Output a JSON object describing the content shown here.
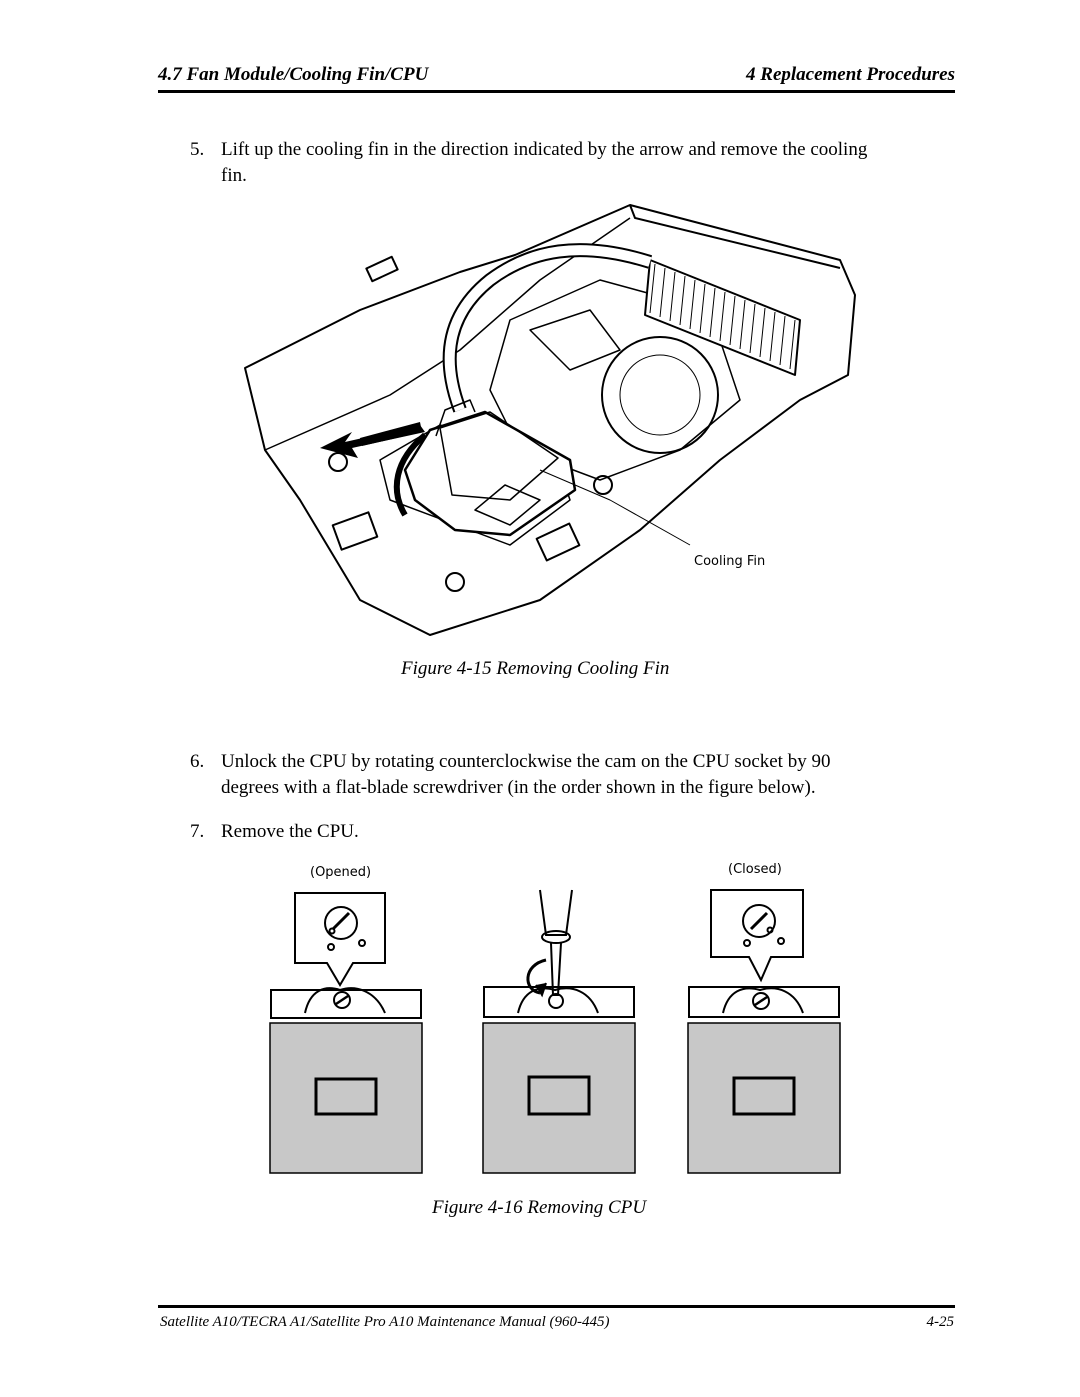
{
  "header": {
    "section": "4.7 Fan Module/Cooling Fin/CPU",
    "chapter": "4 Replacement Procedures"
  },
  "steps": [
    {
      "num": "5.",
      "line1": "Lift up the cooling fin in the direction indicated by the arrow and remove the cooling",
      "line2": "fin."
    },
    {
      "num": "6.",
      "line1": "Unlock the CPU by rotating counterclockwise the cam on the CPU socket by 90",
      "line2": "degrees with a flat-blade screwdriver (in the order shown in the figure below)."
    },
    {
      "num": "7.",
      "line1": "Remove the CPU.",
      "line2": ""
    }
  ],
  "figures": {
    "cooling_fin": {
      "callout": "Cooling Fin",
      "caption": "Figure 4-15   Removing Cooling Fin"
    },
    "cpu": {
      "opened_label": "(Opened)",
      "closed_label": "(Closed)",
      "caption": "Figure 4-16   Removing CPU"
    }
  },
  "footer": {
    "manual": "Satellite A10/TECRA A1/Satellite Pro A10 Maintenance Manual (960-445)",
    "page": "4-25"
  }
}
